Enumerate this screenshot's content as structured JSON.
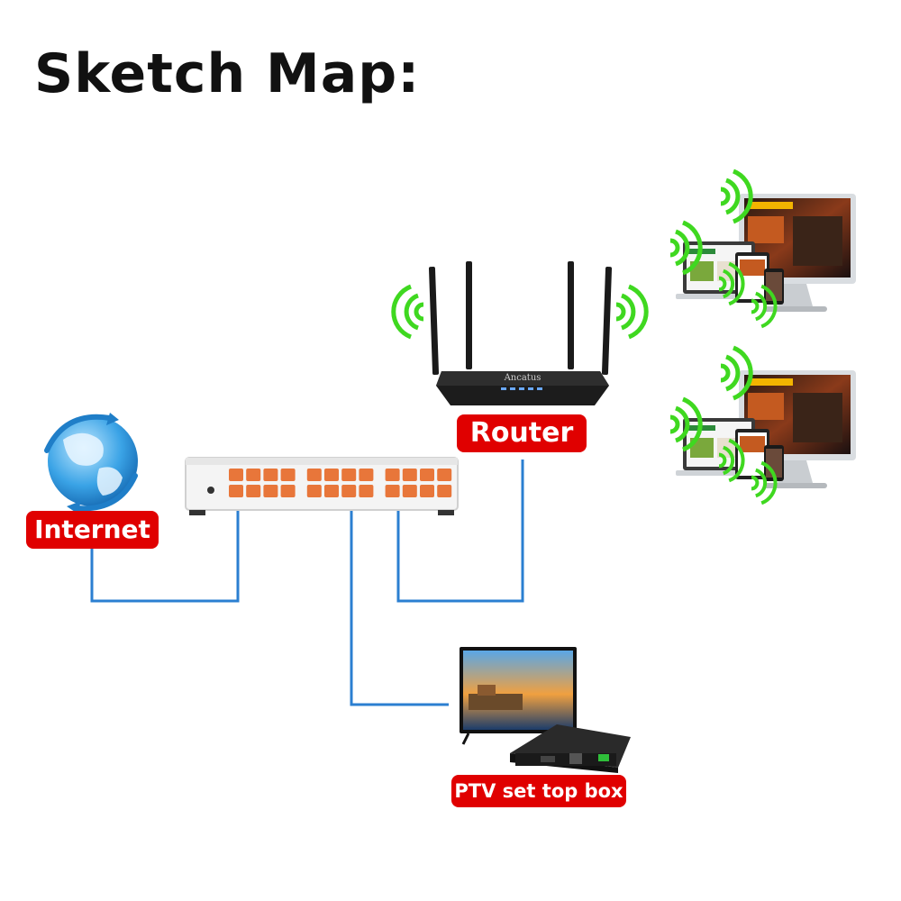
{
  "title": "Sketch Map:",
  "nodes": {
    "internet": {
      "label": "Internet"
    },
    "router": {
      "label": "Router",
      "brand": "Ancatus"
    },
    "iptv": {
      "label": "PTV set top box"
    }
  },
  "colors": {
    "label_bg": "#e00000",
    "cable": "#2b7fd1",
    "wifi": "#3fd820",
    "switch_port": "#e8763a"
  },
  "icons": [
    "globe-icon",
    "switch-icon",
    "router-icon",
    "wifi-icon",
    "monitor-icon",
    "laptop-icon",
    "tablet-icon",
    "phone-icon",
    "tv-icon",
    "set-top-box-icon"
  ]
}
